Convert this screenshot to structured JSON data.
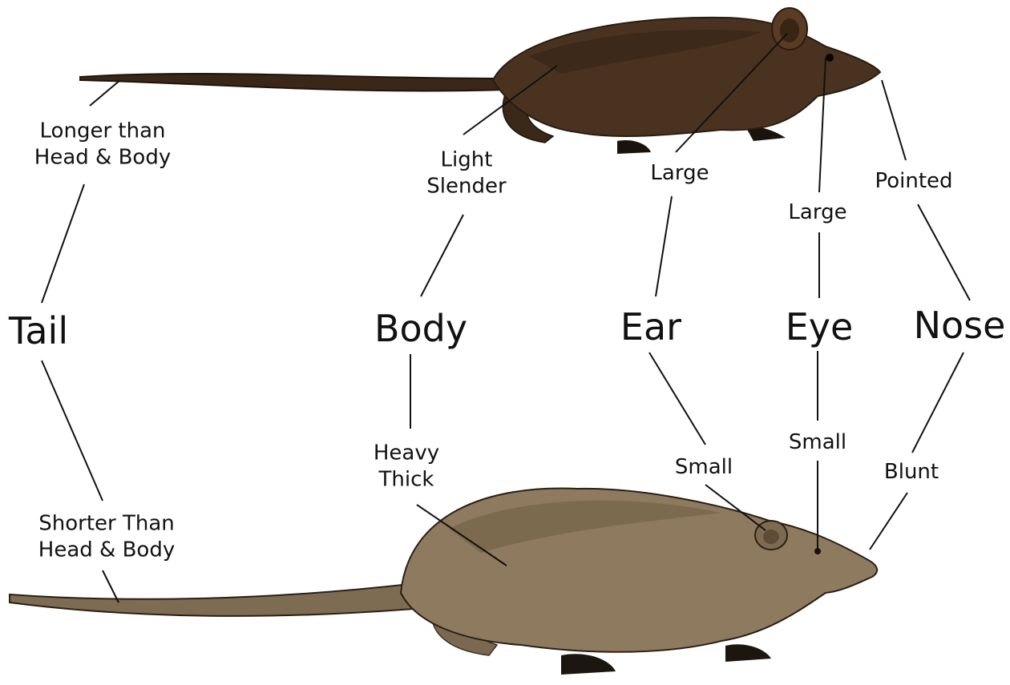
{
  "parts": {
    "tail": "Tail",
    "body": "Body",
    "ear": "Ear",
    "eye": "Eye",
    "nose": "Nose"
  },
  "top_rat": {
    "tail": "Longer than\nHead & Body",
    "body": "Light\nSlender",
    "ear": "Large",
    "eye": "Large",
    "nose": "Pointed",
    "colors": {
      "fur": "#4a3220",
      "fur_dark": "#2e1e12",
      "feet": "#1a120c"
    }
  },
  "bottom_rat": {
    "tail": "Shorter Than\nHead & Body",
    "body": "Heavy\nThick",
    "ear": "Small",
    "eye": "Small",
    "nose": "Blunt",
    "colors": {
      "fur": "#8e7a5e",
      "fur_dark": "#6e5c44",
      "feet": "#1c1610"
    }
  },
  "line_color": "#111111"
}
